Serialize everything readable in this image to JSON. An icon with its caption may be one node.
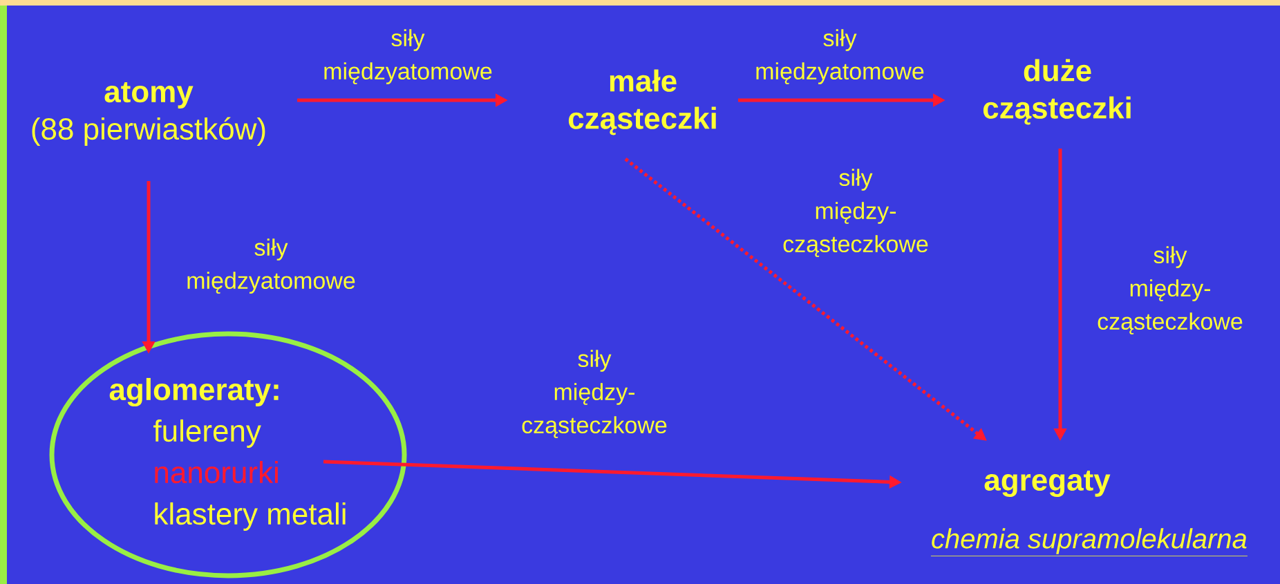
{
  "diagram": {
    "nodes": [
      {
        "text": [
          "atomy",
          "(88 pierwiastków)"
        ]
      },
      {
        "text": [
          "małe cząsteczki"
        ]
      },
      {
        "text": [
          "duże cząsteczki"
        ]
      },
      {
        "text": [
          "aglomeraty:",
          "fulereny",
          "nanorurki",
          "klastery metali"
        ]
      },
      {
        "text": [
          "agregaty"
        ]
      }
    ],
    "edges": [
      {
        "from": 0,
        "to": 1,
        "arrow": "to",
        "label": "siły międzyatomowe"
      },
      {
        "from": 1,
        "to": 2,
        "arrow": "to",
        "label": "siły międzyatomowe"
      },
      {
        "from": 0,
        "to": 3,
        "arrow": "to",
        "label": "siły międzyatomowe"
      },
      {
        "from": 1,
        "to": 4,
        "arrow": "to",
        "label": "siły między- cząsteczkowe",
        "style": "dashed"
      },
      {
        "from": 2,
        "to": 4,
        "arrow": "to",
        "label": "siły między- cząsteczkowe"
      },
      {
        "from": 3,
        "to": 4,
        "arrow": "to",
        "label": "siły między- cząsteczkowe"
      }
    ],
    "labels": [
      "chemia supramolekularna"
    ]
  }
}
